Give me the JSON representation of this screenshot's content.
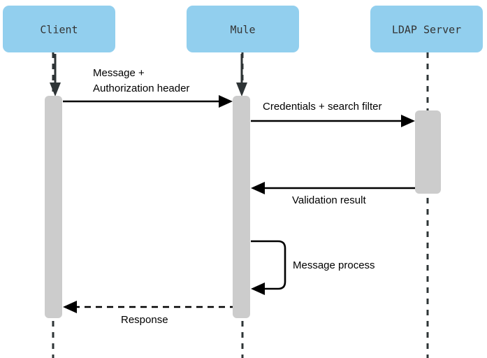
{
  "diagram": {
    "type": "sequence-diagram",
    "title": "",
    "colors": {
      "participant_fill": "#92CFEE",
      "activation_fill": "#CCCCCC",
      "lifeline_stroke": "#2E3436",
      "message_stroke": "#000000",
      "participant_text": "#333333"
    },
    "participants": [
      {
        "id": "client",
        "label": "Client"
      },
      {
        "id": "mule",
        "label": "Mule"
      },
      {
        "id": "ldap",
        "label": "LDAP Server"
      }
    ],
    "messages": [
      {
        "id": "msg-1",
        "from": "client",
        "to": "mule",
        "label_line1": "Message +",
        "label_line2": "Authorization header",
        "style": "solid",
        "direction": "right"
      },
      {
        "id": "msg-2",
        "from": "mule",
        "to": "ldap",
        "label_line1": "Credentials + search filter",
        "label_line2": "",
        "style": "solid",
        "direction": "right"
      },
      {
        "id": "msg-3",
        "from": "ldap",
        "to": "mule",
        "label_line1": "Validation result",
        "label_line2": "",
        "style": "solid",
        "direction": "left"
      },
      {
        "id": "msg-4",
        "from": "mule",
        "to": "mule",
        "label_line1": "Message process",
        "label_line2": "",
        "style": "solid",
        "direction": "self"
      },
      {
        "id": "msg-5",
        "from": "mule",
        "to": "client",
        "label_line1": "Response",
        "label_line2": "",
        "style": "dashed",
        "direction": "left"
      }
    ]
  }
}
